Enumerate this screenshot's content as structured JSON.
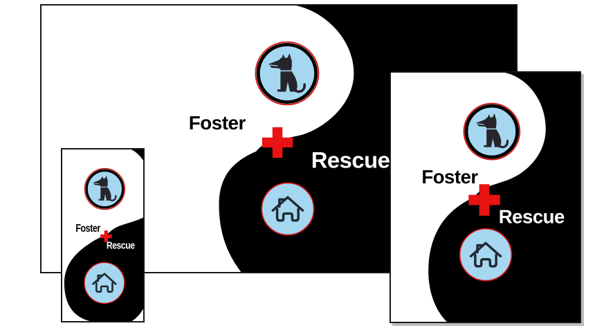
{
  "page": {
    "background_color": "#ffffff"
  },
  "logo": {
    "foster_label": "Foster",
    "rescue_label": "Rescue",
    "plus_symbol": "+",
    "icons": [
      "dog-in-circle-icon",
      "plus-cross-icon",
      "house-in-circle-icon"
    ],
    "colors": {
      "white": "#ffffff",
      "black": "#000000",
      "icon_blue": "#a6d7f1",
      "cross_red": "#e81313",
      "ring_red": "#d40f0f",
      "dog_dark": "#25252b",
      "house_dark": "#1f2a33"
    }
  },
  "variants": [
    {
      "name": "large-landscape-banner"
    },
    {
      "name": "small-vertical-banner"
    },
    {
      "name": "medium-portrait-card"
    }
  ]
}
